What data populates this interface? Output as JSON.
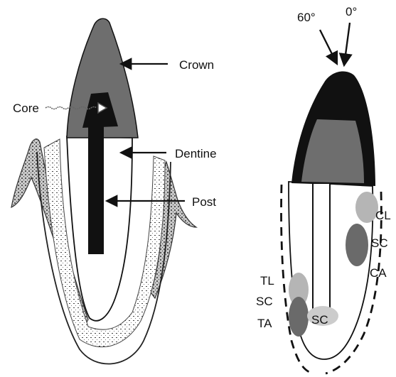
{
  "left_figure": {
    "crown_label": "Crown",
    "core_label": "Core",
    "dentine_label": "Dentine",
    "post_label": "Post"
  },
  "right_figure": {
    "angle_60_label": "60°",
    "angle_0_label": "0°",
    "cl_label": "CL",
    "sc_right_label": "SC",
    "ca_label": "CA",
    "tl_label": "TL",
    "sc_left_label": "SC",
    "ta_label": "TA",
    "sc_bottom_label": "SC"
  },
  "colors": {
    "crown": "#6e6e6e",
    "post": "#111111",
    "bone": "#999999",
    "region_light": "#b5b5b5",
    "region_dark": "#6a6a6a",
    "stroke": "#111111"
  }
}
